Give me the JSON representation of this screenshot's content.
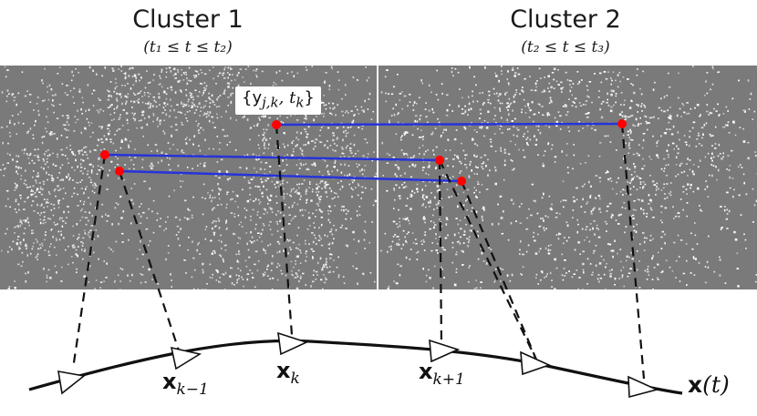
{
  "clusters": [
    {
      "title": "Cluster 1",
      "range": "(t₁ ≤ t ≤ t₂)"
    },
    {
      "title": "Cluster 2",
      "range": "(t₂ ≤ t ≤ t₃)"
    }
  ],
  "observation_label": "{y",
  "observation_sub": "j,k",
  "observation_mid": ", t",
  "observation_sub2": "k",
  "observation_end": "}",
  "poses": [
    {
      "main": "x",
      "sub": "k−1"
    },
    {
      "main": "x",
      "sub": "k"
    },
    {
      "main": "x",
      "sub": "k+1"
    }
  ],
  "trajectory_label": {
    "main": "x",
    "rest": "(t)"
  },
  "colors": {
    "feature_point": "#ff0000",
    "match_line": "#2633d9",
    "image_background": "#7a7a7a",
    "event_pixel": "#ffffff",
    "trajectory": "#111111"
  }
}
